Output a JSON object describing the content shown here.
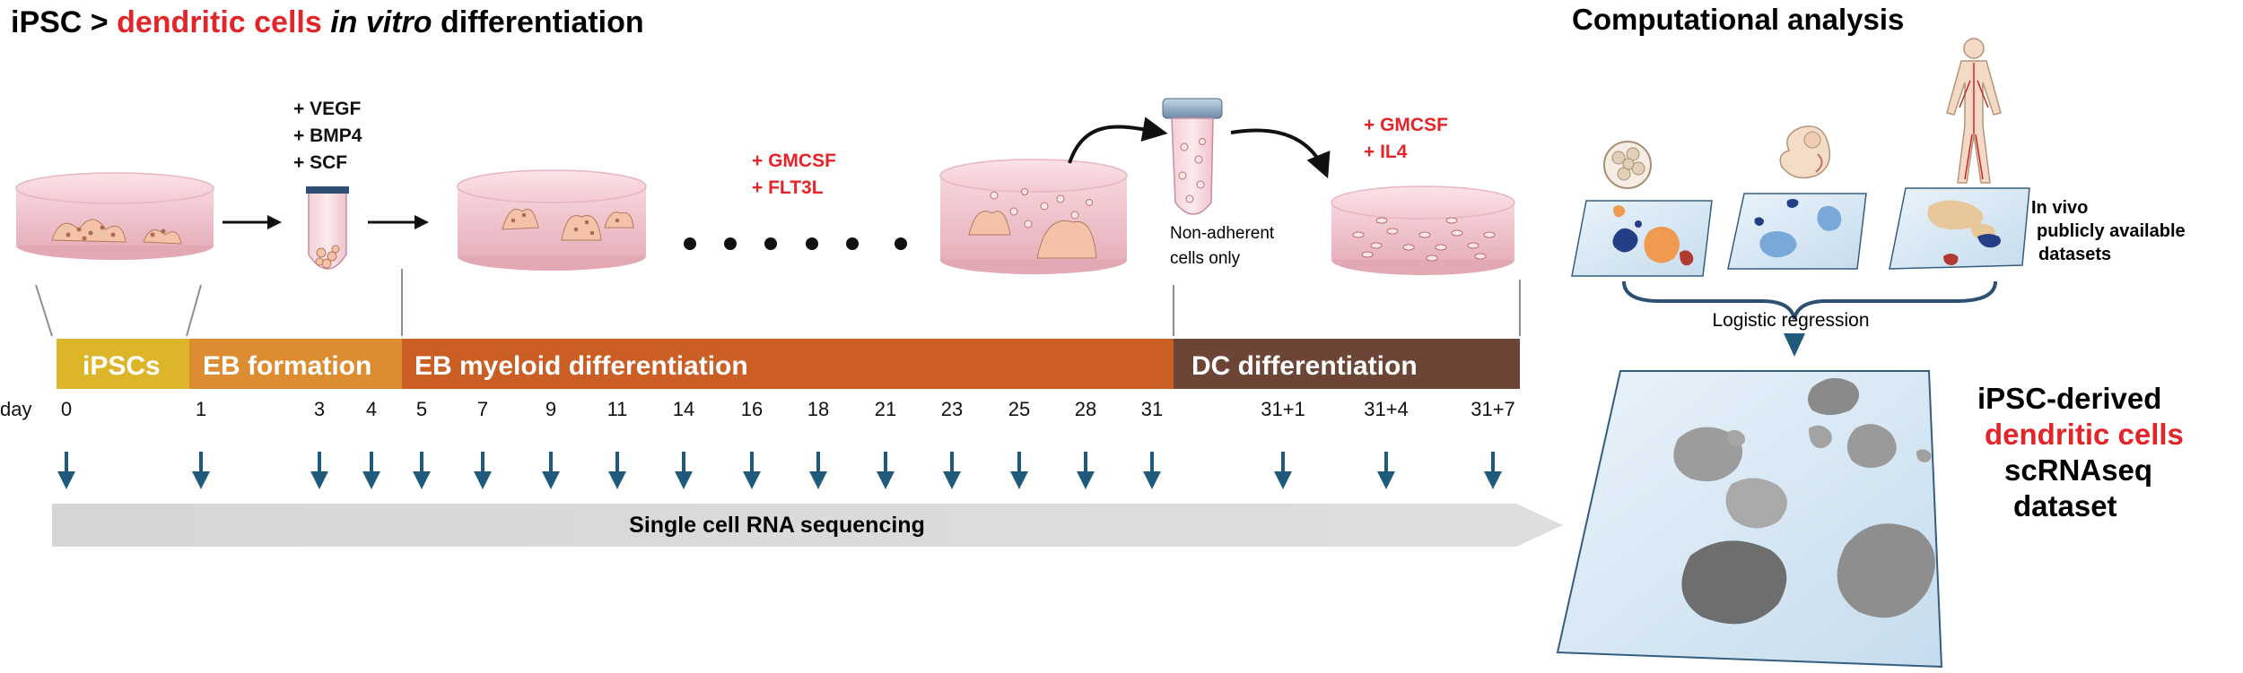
{
  "left_title": {
    "part1": "iPSC > ",
    "part2": "dendritic cells",
    "part3": " in vitro",
    "part4": " differentiation"
  },
  "right_title": "Computational analysis",
  "supplements": {
    "stage1": [
      "+ VEGF",
      "+ BMP4",
      "+ SCF"
    ],
    "stage2": [
      "+ GMCSF",
      "+ FLT3L"
    ],
    "stage3": [
      "+ GMCSF",
      "+ IL4"
    ]
  },
  "non_adherent_note": [
    "Non-adherent",
    "cells only"
  ],
  "timeline_segments": [
    {
      "label": "iPSCs",
      "color": "#dcb529"
    },
    {
      "label": "EB formation",
      "color": "#dc8d31"
    },
    {
      "label": "EB myeloid differentiation",
      "color": "#cb5e24"
    },
    {
      "label": "DC differentiation",
      "color": "#6c4536"
    }
  ],
  "day_label": "day",
  "days": [
    "0",
    "1",
    "3",
    "4",
    "5",
    "7",
    "9",
    "11",
    "14",
    "16",
    "18",
    "21",
    "23",
    "25",
    "28",
    "31",
    "31+1",
    "31+4",
    "31+7"
  ],
  "sequencing_label": "Single cell RNA sequencing",
  "in_vivo_label": [
    "In vivo",
    "publicly available",
    "datasets"
  ],
  "regression_label": "Logistic regression",
  "ipsc_dataset_label": {
    "line1": "iPSC-derived",
    "line2": "dendritic cells",
    "line3": "scRNAseq",
    "line4": "dataset"
  },
  "colors": {
    "red_accent": "#e32428",
    "arrow_blue": "#1f5a7a",
    "dish_pink": "#f2c4cd",
    "sequencing_bar": "#d8d8d8"
  }
}
